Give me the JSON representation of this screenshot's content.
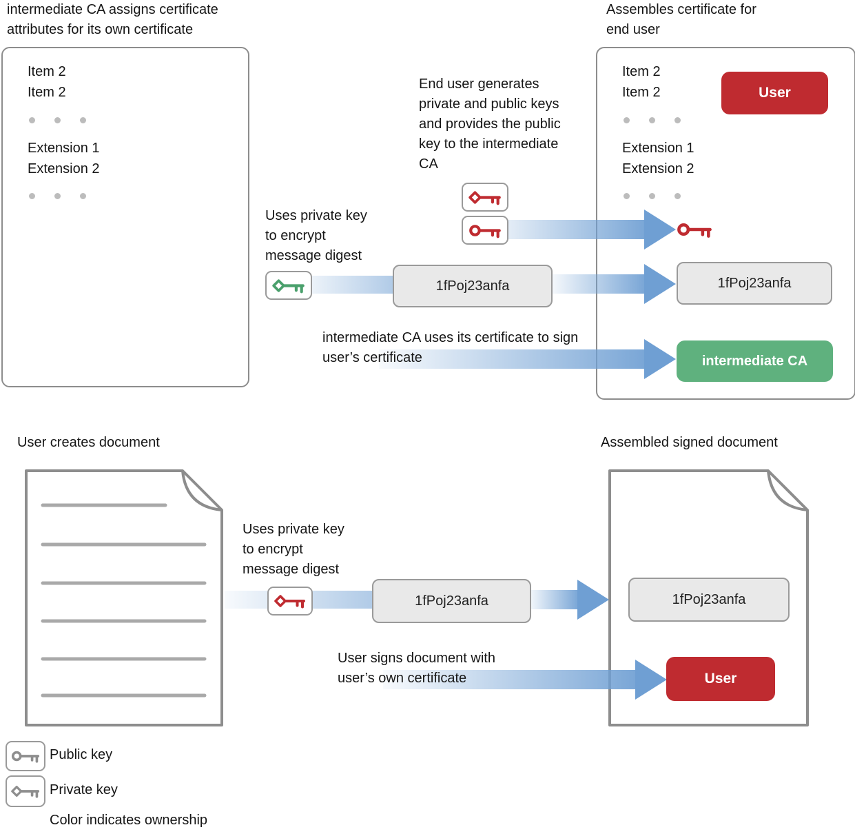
{
  "colors": {
    "red": "#bf2b30",
    "green": "#5fb17e",
    "green_key": "#4aa06c",
    "arrow_blue": "#6f9fd3",
    "box_gray": "#e9e9e9",
    "border_gray": "#8d8d8d"
  },
  "top_left": {
    "title": "intermediate CA assigns certificate attributes for its own certificate",
    "items": [
      "Item 2",
      "Item 2"
    ],
    "extensions": [
      "Extension 1",
      "Extension 2"
    ]
  },
  "top_right": {
    "title": "Assembles certificate for end user",
    "items": [
      "Item 2",
      "Item 2"
    ],
    "extensions": [
      "Extension 1",
      "Extension 2"
    ],
    "user_badge": "User",
    "digest": "1fPoj23anfa",
    "ca_badge": "intermediate CA"
  },
  "notes": {
    "end_user_keys": "End user generates private and public keys and provides the public key to the intermediate CA",
    "uses_private_key_top": "Uses private key to encrypt message digest",
    "sign_certificate": "intermediate CA uses its certificate to sign user’s certificate",
    "uses_private_key_bottom": "Uses private key to encrypt message digest",
    "user_signs": "User signs document with user’s own certificate"
  },
  "middle": {
    "digest": "1fPoj23anfa"
  },
  "bottom": {
    "left_title": "User creates document",
    "right_title": "Assembled signed document",
    "digest": "1fPoj23anfa",
    "signed_digest": "1fPoj23anfa",
    "user_badge": "User"
  },
  "legend": {
    "public_key": "Public key",
    "private_key": "Private key",
    "color_note": "Color indicates ownership"
  }
}
